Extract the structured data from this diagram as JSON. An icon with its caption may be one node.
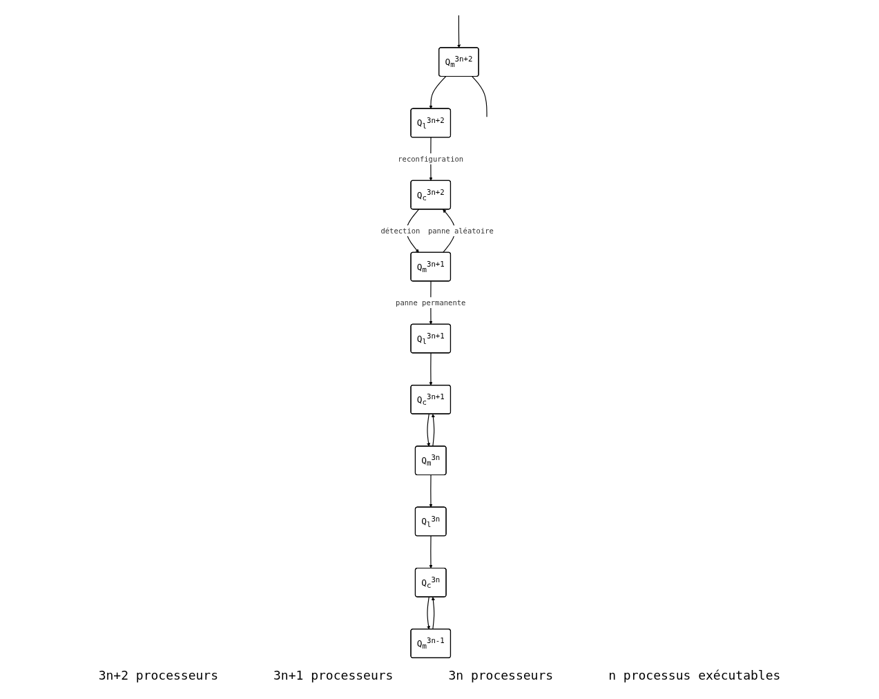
{
  "diagram": {
    "nodes": [
      {
        "text": [
          "Q$_{c}$$^{3n+2}$"
        ]
      },
      {
        "text": [
          "Q$_{c}$$^{3n+1}$"
        ]
      },
      {
        "text": [
          "Q$_{c}$$^{3n}$"
        ]
      },
      {
        "text": [
          "Q$_{m}$$^{3n+2}$"
        ]
      },
      {
        "text": [
          "Q$_{l}$$^{3n+2}$"
        ]
      },
      {
        "text": [
          "Q$_{m}$$^{3n+1}$"
        ]
      },
      {
        "text": [
          "Q$_{l}$$^{3n+1}$"
        ]
      },
      {
        "text": [
          "Q$_{m}$$^{3n}$"
        ]
      },
      {
        "text": [
          "Q$_{l}$$^{3n}$"
        ]
      },
      {
        "text": [
          "Q$_{m}$$^{3n-1}$"
        ]
      }
    ],
    "edges": [
      {
        "from": null,
        "to": 3,
        "arrow": "to"
      },
      {
        "from": 3,
        "to": null,
        "arrow": "none"
      },
      {
        "from": 3,
        "to": 4,
        "arrow": "to"
      },
      {
        "from": 4,
        "to": 0,
        "arrow": "to",
        "label": "reconfiguration"
      },
      {
        "from": 5,
        "to": 0,
        "arrow": "to",
        "label": "panne aléatoire"
      },
      {
        "from": 0,
        "to": 5,
        "arrow": "to",
        "label": "détection"
      },
      {
        "from": 5,
        "to": 6,
        "arrow": "to",
        "label": "panne permanente"
      },
      {
        "from": 6,
        "to": 1,
        "arrow": "to"
      },
      {
        "from": 7,
        "to": 1,
        "arrow": "to"
      },
      {
        "from": 1,
        "to": 7,
        "arrow": "to"
      },
      {
        "from": 7,
        "to": 8,
        "arrow": "to"
      },
      {
        "from": 8,
        "to": 2,
        "arrow": "to"
      },
      {
        "from": 9,
        "to": 2,
        "arrow": "to"
      },
      {
        "from": 2,
        "to": 9,
        "arrow": "to"
      }
    ],
    "labels": [
      "3n+2 processeurs",
      "3n+1 processeurs",
      "3n processeurs",
      "n processus exécutables"
    ]
  }
}
